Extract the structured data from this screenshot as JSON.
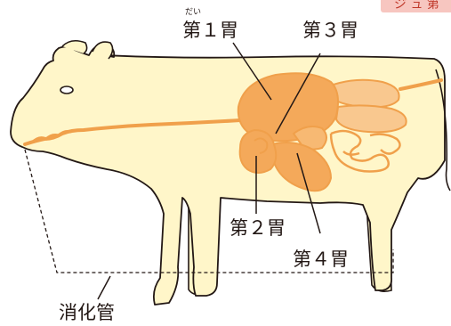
{
  "labels": {
    "stomach1": "第１胃",
    "stomach1_ruby": "だい",
    "stomach2": "第２胃",
    "stomach3": "第３胃",
    "stomach4": "第４胃",
    "digestive_tract": "消化管",
    "corner_tag": "ジ ュ 第"
  },
  "colors": {
    "body_fill": "#fff6c9",
    "outline": "#231815",
    "organ_fill": "#f4a95a",
    "organ_light": "#f9c88f",
    "tract_line": "#f0a04b",
    "tag_bg": "#f7c6c0"
  }
}
